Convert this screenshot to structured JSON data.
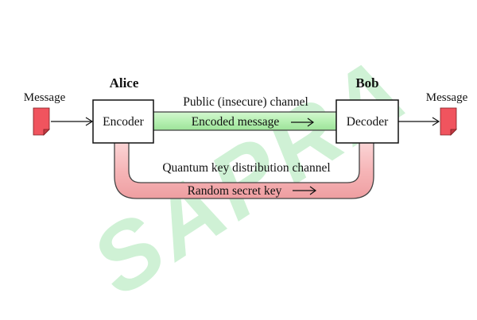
{
  "left_party": {
    "name": "Alice",
    "message_label": "Message",
    "box_label": "Encoder"
  },
  "right_party": {
    "name": "Bob",
    "message_label": "Message",
    "box_label": "Decoder"
  },
  "public_channel": {
    "label": "Public (insecure) channel",
    "content_label": "Encoded message",
    "color": "#b6f0b2"
  },
  "quantum_channel": {
    "label": "Quantum key distribution channel",
    "content_label": "Random secret key",
    "color": "#f6b6b8"
  },
  "document_icon_color": "#f0545e",
  "watermark": {
    "text": "SAPRA",
    "color": "#a8e6b4"
  }
}
